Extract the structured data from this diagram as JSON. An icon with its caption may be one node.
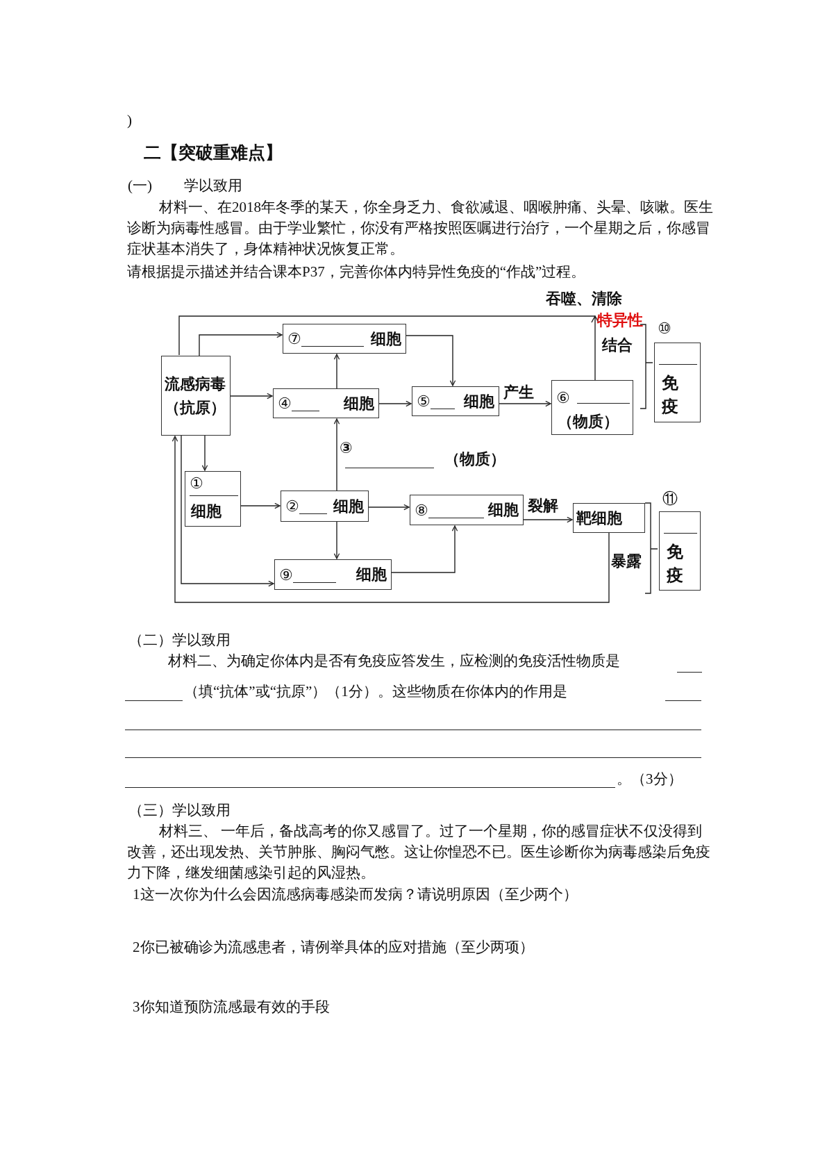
{
  "diagram": {
    "title": "二【突破重难点】",
    "nodes": [
      {
        "text": [
          "⑦",
          "细胞"
        ]
      },
      {
        "text": [
          "⑩",
          "免疫"
        ]
      },
      {
        "text": [
          "流感病毒（抗原）"
        ]
      },
      {
        "text": [
          "④",
          "细胞"
        ]
      },
      {
        "text": [
          "⑤",
          "细胞"
        ]
      },
      {
        "text": [
          "⑥",
          "（物质）"
        ]
      },
      {
        "text": [
          "①",
          "细胞"
        ]
      },
      {
        "text": [
          "②",
          "细胞"
        ]
      },
      {
        "text": [
          "⑧",
          "细胞"
        ]
      },
      {
        "text": [
          "⑪",
          "免疫"
        ]
      },
      {
        "text": [
          "靶细胞"
        ]
      },
      {
        "text": [
          "⑨",
          "细胞"
        ]
      }
    ],
    "edges": [
      {
        "from": 2,
        "to": 0,
        "arrow": "to"
      },
      {
        "from": 2,
        "to": 3,
        "arrow": "to"
      },
      {
        "from": 2,
        "to": 6,
        "arrow": "to"
      },
      {
        "from": 2,
        "to": 11,
        "arrow": "to"
      },
      {
        "from": 3,
        "to": 0,
        "arrow": "to"
      },
      {
        "from": 0,
        "to": 4,
        "arrow": "to"
      },
      {
        "from": 3,
        "to": 4,
        "arrow": "to"
      },
      {
        "from": 4,
        "to": 5,
        "arrow": "to",
        "label": "产生"
      },
      {
        "from": 5,
        "to": 2,
        "arrow": "to",
        "label": "吞噬、清除"
      },
      {
        "from": 7,
        "to": 3,
        "arrow": "to",
        "label": "③"
      },
      {
        "from": 6,
        "to": 7,
        "arrow": "to"
      },
      {
        "from": 7,
        "to": 8,
        "arrow": "to"
      },
      {
        "from": 7,
        "to": 11,
        "arrow": "to"
      },
      {
        "from": 11,
        "to": 8,
        "arrow": "to"
      },
      {
        "from": 8,
        "to": 10,
        "arrow": "to",
        "label": "裂解"
      },
      {
        "from": 10,
        "to": 2,
        "arrow": "to",
        "label": "暴露"
      }
    ],
    "labels": [
      ")",
      "(一)",
      "学以致用",
      "材料一、在2018年冬季的某天，你全身乏力、食欲减退、咽喉肿痛、头晕、咳嗽。医生诊断为病毒性感冒。由于学业繁忙，你没有严格按照医嘱进行治疗，一个星期之后，你感冒症状基本消失了，身体精神状况恢复正常。",
      "请根据提示描述并结合课本P37，完善你体内特异性免疫的“作战”过程。",
      "特异性",
      "结合",
      "（物质）",
      "（二）学以致用",
      "材料二、为确定你体内是否有免疫应答发生，应检测的免疫活性物质是",
      "（填“抗体”或“抗原”）（1分）。这些物质在你体内的作用是",
      "。（3分）",
      "（三）学以致用",
      "材料三、 一年后，备战高考的你又感冒了。过了一个星期，你的感冒症状不仅没得到改善，还出现发热、关节肿胀、胸闷气憋。这让你惶恐不已。医生诊断你为病毒感染后免疫力下降，继发细菌感染引起的风湿热。",
      "1这一次你为什么会因流感病毒感染而发病？请说明原因（至少两个）",
      "2你已被确诊为流感患者，请例举具体的应对措施（至少两项）",
      "3你知道预防流感最有效的手段"
    ]
  }
}
